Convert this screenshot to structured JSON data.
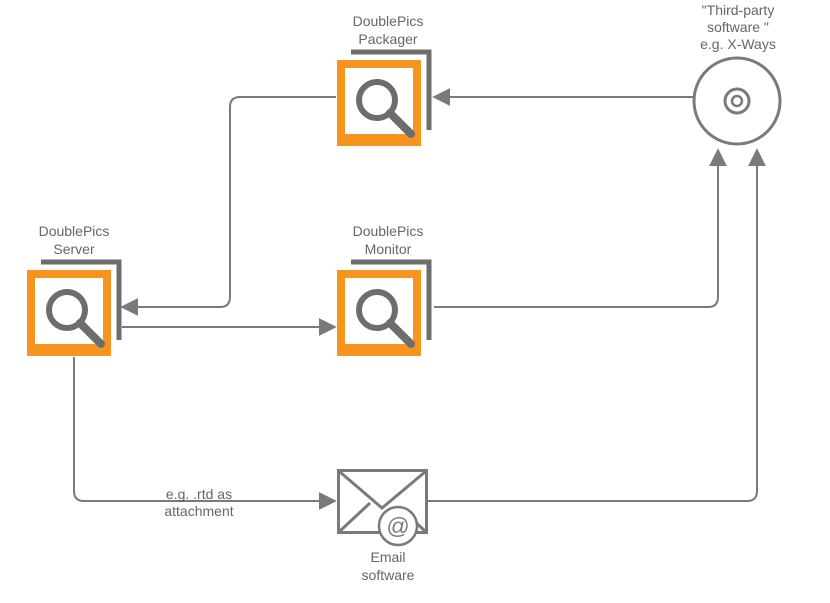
{
  "diagram": {
    "nodes": {
      "packager": {
        "label_line1": "DoublePics",
        "label_line2": "Packager",
        "icon": "magnifier-app-icon"
      },
      "server": {
        "label_line1": "DoublePics",
        "label_line2": "Server",
        "icon": "magnifier-app-icon"
      },
      "monitor": {
        "label_line1": "DoublePics",
        "label_line2": "Monitor",
        "icon": "magnifier-app-icon"
      },
      "third_party": {
        "label_line1": "\"Third-party",
        "label_line2": "software \"",
        "label_line3": "e.g. X-Ways",
        "icon": "disc-icon"
      },
      "email": {
        "label_line1": "Email",
        "label_line2": "software",
        "icon": "envelope-at-icon"
      }
    },
    "edges": {
      "server_to_email": {
        "label_line1": "e.g. .rtd as",
        "label_line2": "attachment"
      }
    }
  },
  "colors": {
    "accent_orange": "#f7941d",
    "icon_gray": "#6d6d6d",
    "connector_gray": "#7a7a7a",
    "label_gray": "#666666"
  }
}
